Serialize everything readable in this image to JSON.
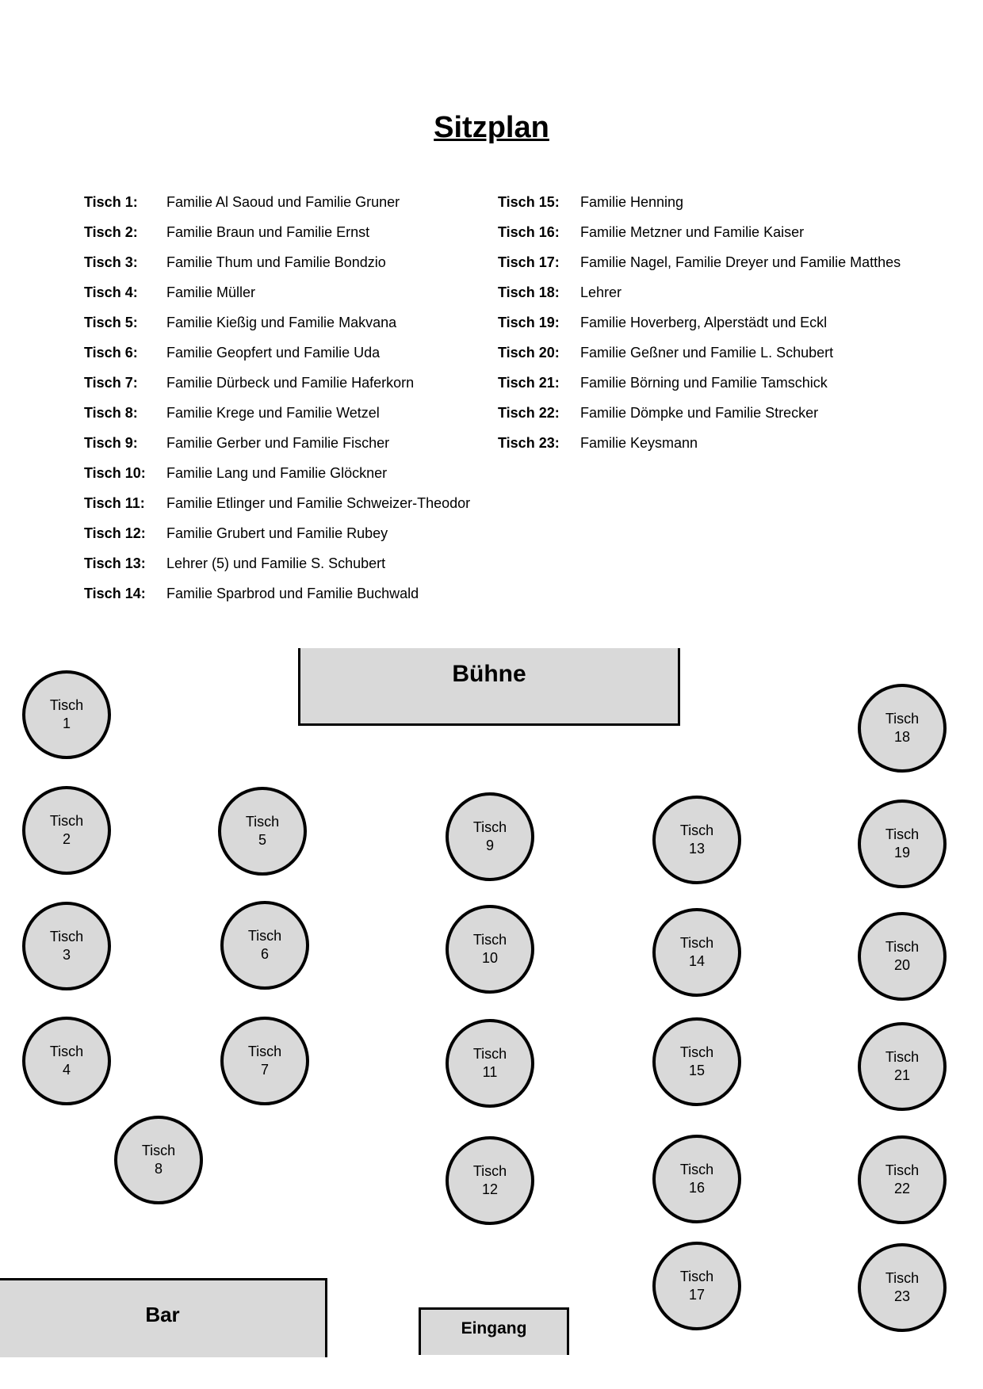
{
  "title": "Sitzplan",
  "assignments_left": [
    {
      "label": "Tisch 1:",
      "value": "Familie Al Saoud und Familie Gruner"
    },
    {
      "label": "Tisch 2:",
      "value": "Familie Braun und Familie Ernst"
    },
    {
      "label": "Tisch 3:",
      "value": "Familie Thum und Familie Bondzio"
    },
    {
      "label": "Tisch 4:",
      "value": "Familie Müller"
    },
    {
      "label": "Tisch 5:",
      "value": "Familie Kießig und Familie Makvana"
    },
    {
      "label": "Tisch 6:",
      "value": "Familie Geopfert und Familie Uda"
    },
    {
      "label": "Tisch 7:",
      "value": "Familie Dürbeck und Familie Haferkorn"
    },
    {
      "label": "Tisch 8:",
      "value": "Familie Krege und Familie Wetzel"
    },
    {
      "label": "Tisch 9:",
      "value": "Familie Gerber und Familie Fischer"
    },
    {
      "label": "Tisch 10:",
      "value": "Familie Lang und Familie Glöckner"
    },
    {
      "label": "Tisch 11:",
      "value": "Familie Etlinger und Familie Schweizer-Theodor"
    },
    {
      "label": "Tisch 12:",
      "value": "Familie Grubert und Familie Rubey"
    },
    {
      "label": "Tisch 13:",
      "value": "Lehrer (5) und Familie S. Schubert"
    },
    {
      "label": "Tisch 14:",
      "value": "Familie Sparbrod und Familie Buchwald"
    }
  ],
  "assignments_right": [
    {
      "label": "Tisch 15:",
      "value": "Familie Henning"
    },
    {
      "label": "Tisch 16:",
      "value": "Familie Metzner und Familie Kaiser"
    },
    {
      "label": "Tisch 17:",
      "value": "Familie Nagel, Familie Dreyer und Familie Matthes"
    },
    {
      "label": "Tisch 18:",
      "value": "Lehrer"
    },
    {
      "label": "Tisch 19:",
      "value": "Familie Hoverberg, Alperstädt und Eckl"
    },
    {
      "label": "Tisch 20:",
      "value": "Familie Geßner und Familie L. Schubert"
    },
    {
      "label": "Tisch 21:",
      "value": "Familie Börning und Familie Tamschick"
    },
    {
      "label": "Tisch 22:",
      "value": "Familie Dömpke und Familie Strecker"
    },
    {
      "label": "Tisch 23:",
      "value": "Familie Keysmann"
    }
  ],
  "floor_plan": {
    "stage": "Bühne",
    "bar": "Bar",
    "entrance": "Eingang",
    "table_word": "Tisch",
    "tables": [
      "1",
      "2",
      "3",
      "4",
      "5",
      "6",
      "7",
      "8",
      "9",
      "10",
      "11",
      "12",
      "13",
      "14",
      "15",
      "16",
      "17",
      "18",
      "19",
      "20",
      "21",
      "22",
      "23"
    ]
  },
  "colors": {
    "table_fill": "#d9d9d9",
    "outline": "#000000"
  }
}
